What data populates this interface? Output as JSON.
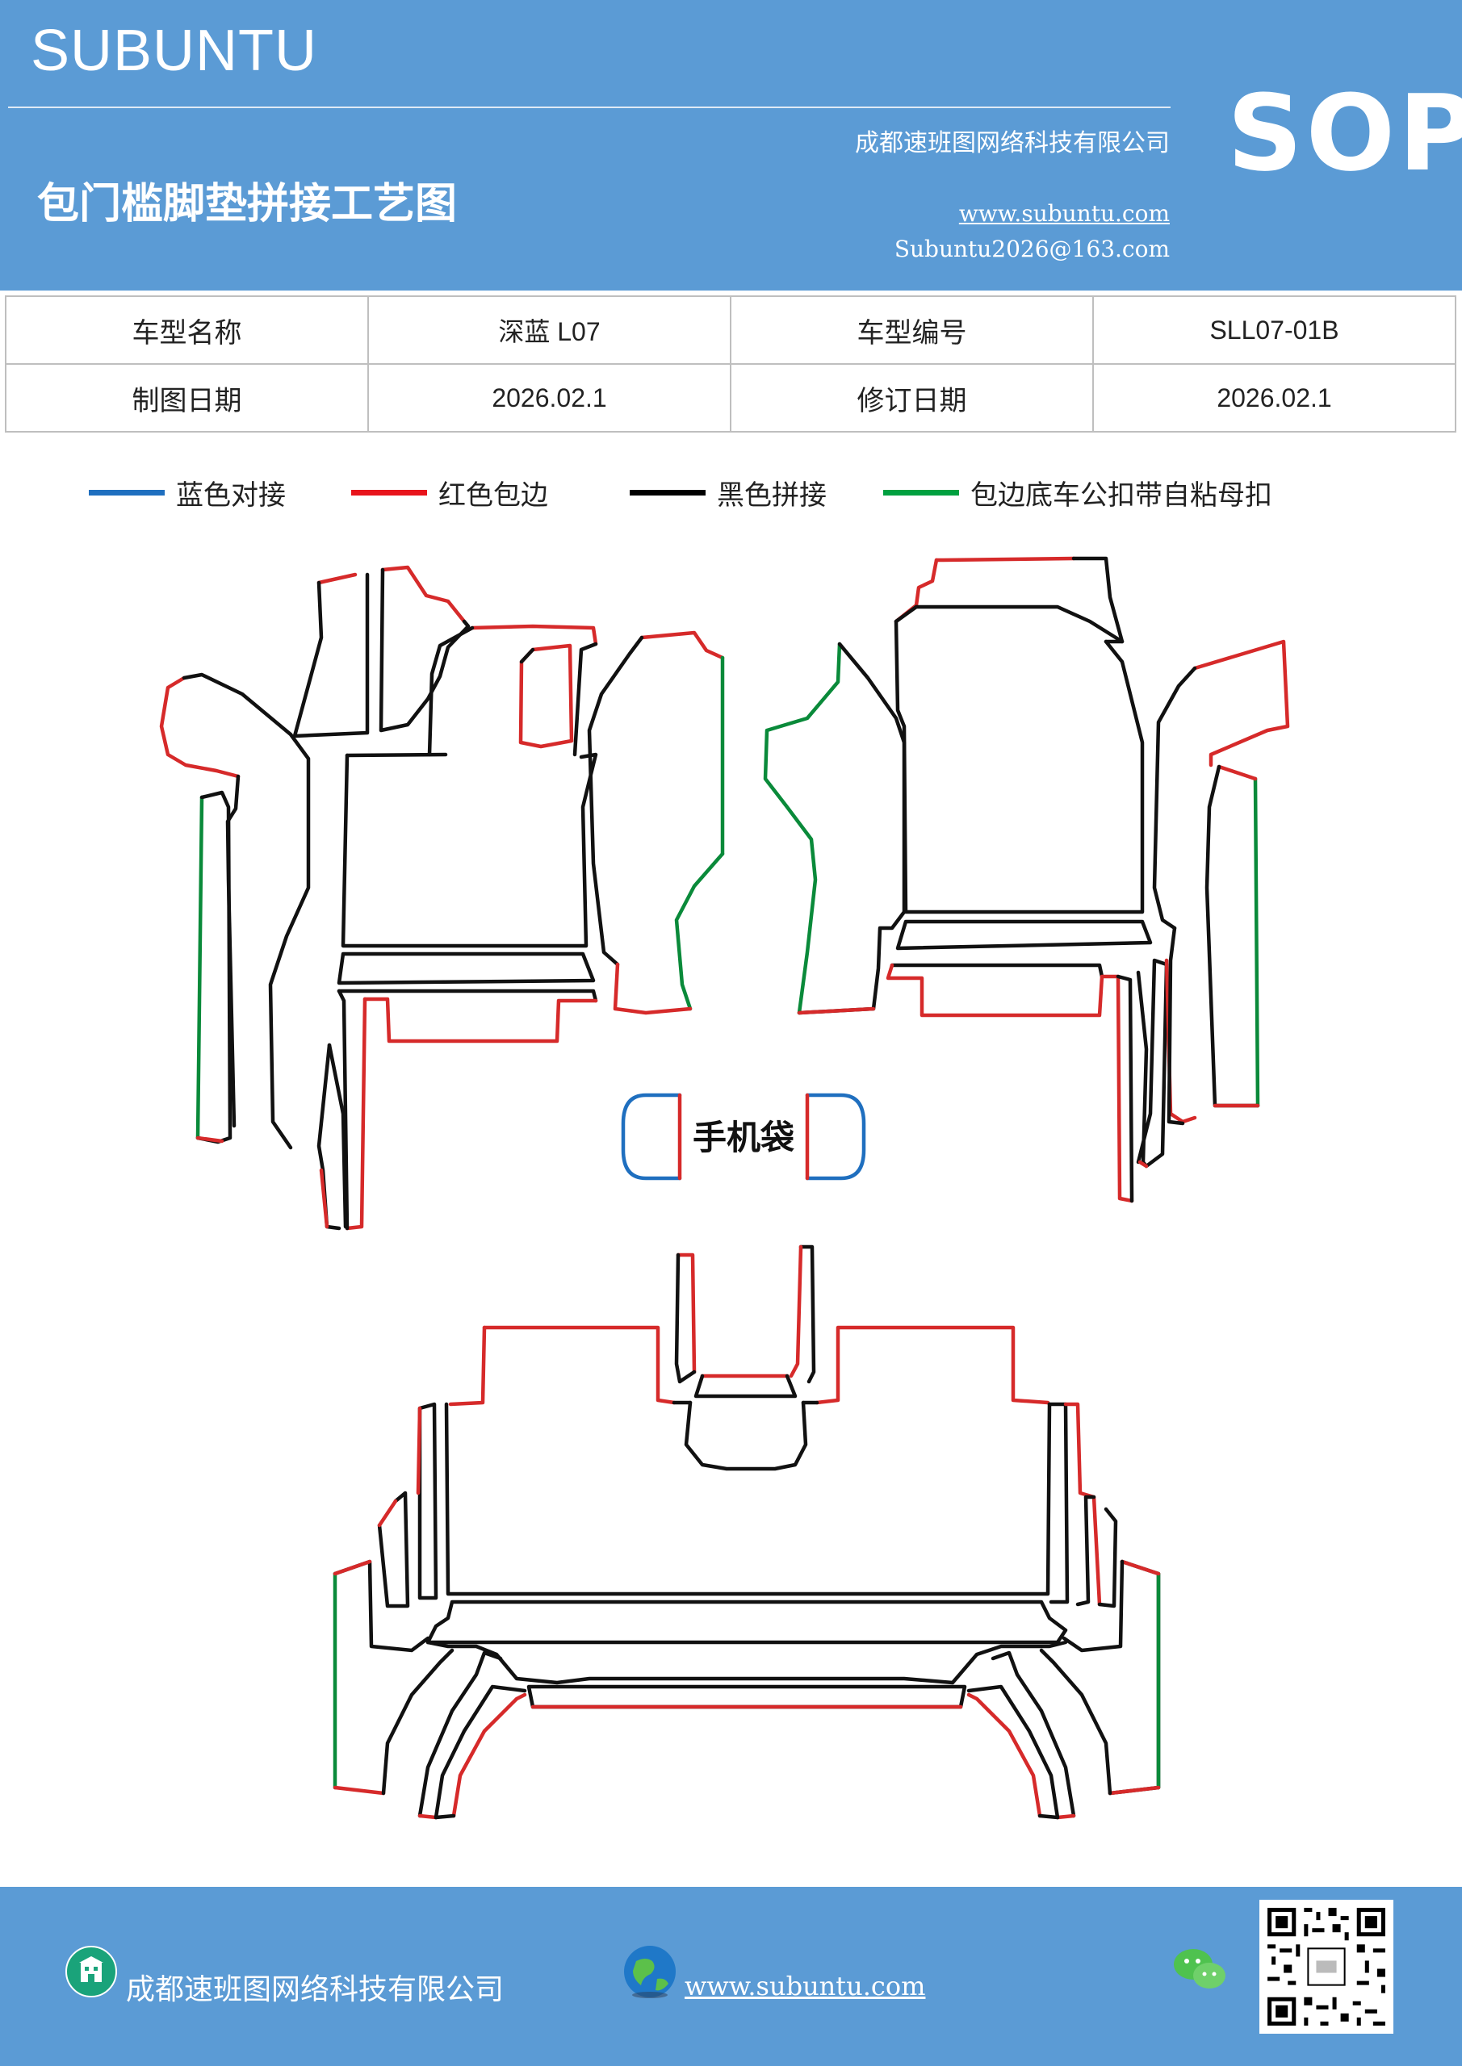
{
  "header": {
    "brand": "SUBUNTU",
    "title": "包门槛脚垫拼接工艺图",
    "company": "成都速班图网络科技有限公司",
    "website": "www.subuntu.com",
    "email": "Subuntu2026@163.com",
    "badge": "SOP"
  },
  "info_table": {
    "row1": {
      "label1": "车型名称",
      "value1": "深蓝 L07",
      "label2": "车型编号",
      "value2": "SLL07-01B"
    },
    "row2": {
      "label1": "制图日期",
      "value1": "2026.02.1",
      "label2": "修订日期",
      "value2": "2026.02.1"
    }
  },
  "legend": [
    {
      "label": "蓝色对接",
      "color": "#1f6fbf"
    },
    {
      "label": "红色包边",
      "color": "#e8141c"
    },
    {
      "label": "黑色拼接",
      "color": "#000000"
    },
    {
      "label": "包边底车公扣带自粘母扣",
      "color": "#00a040"
    }
  ],
  "diagram": {
    "phone_bag_label": "手机袋"
  },
  "colors": {
    "header_bg": "#5b9bd5",
    "edge_blue": "#1f6fbf",
    "edge_red": "#d62a2a",
    "edge_black": "#111111",
    "edge_green": "#0a8a3a"
  },
  "footer": {
    "company": "成都速班图网络科技有限公司",
    "website": "www.subuntu.com",
    "icons": [
      "building-icon",
      "globe-icon",
      "wechat-icon",
      "qr-code"
    ]
  }
}
